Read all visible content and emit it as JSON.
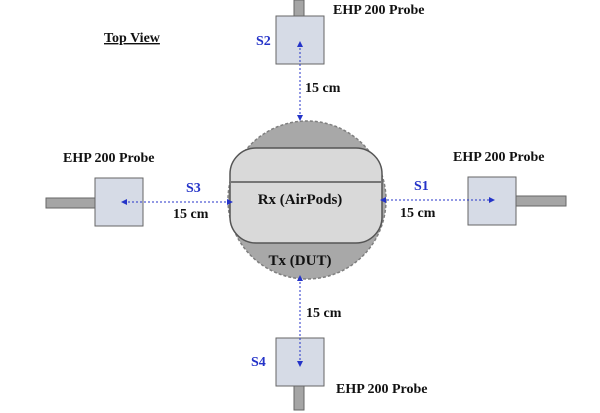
{
  "title": "Top View",
  "colors": {
    "probe_box": "#d6dbe6",
    "probe_rod": "#a5a5a5",
    "dut_circle": "#a8a8a8",
    "airpods_case": "#d9d9d9",
    "sensor_text": "#2433c8",
    "arrow": "#2433c8"
  },
  "device": {
    "rx_label": "Rx (AirPods)",
    "tx_label": "Tx (DUT)"
  },
  "probes": {
    "top": {
      "name": "EHP 200 Probe",
      "sensor": "S2",
      "distance": "15 cm"
    },
    "left": {
      "name": "EHP 200 Probe",
      "sensor": "S3",
      "distance": "15 cm"
    },
    "right": {
      "name": "EHP 200 Probe",
      "sensor": "S1",
      "distance": "15 cm"
    },
    "bottom": {
      "name": "EHP 200 Probe",
      "sensor": "S4",
      "distance": "15 cm"
    }
  }
}
